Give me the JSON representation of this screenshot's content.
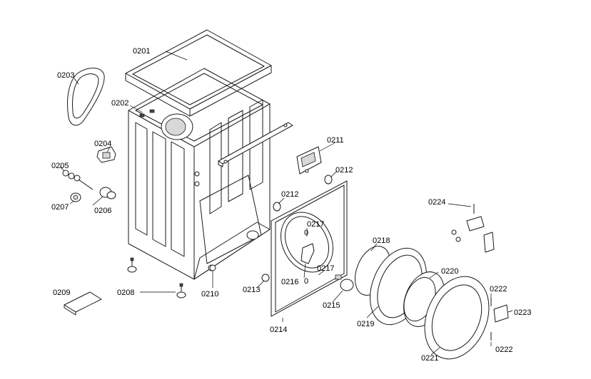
{
  "diagram": {
    "parts": {
      "p0201": "0201",
      "p0202": "0202",
      "p0203": "0203",
      "p0204": "0204",
      "p0205": "0205",
      "p0206": "0206",
      "p0207": "0207",
      "p0208": "0208",
      "p0209": "0209",
      "p0210": "0210",
      "p0211": "0211",
      "p0212a": "0212",
      "p0212b": "0212",
      "p0213": "0213",
      "p0214": "0214",
      "p0215": "0215",
      "p0216": "0216",
      "p0217a": "0217",
      "p0217b": "0217",
      "p0218": "0218",
      "p0219": "0219",
      "p0220": "0220",
      "p0221": "0221",
      "p0222a": "0222",
      "p0222b": "0222",
      "p0223": "0223",
      "p0224": "0224"
    }
  }
}
